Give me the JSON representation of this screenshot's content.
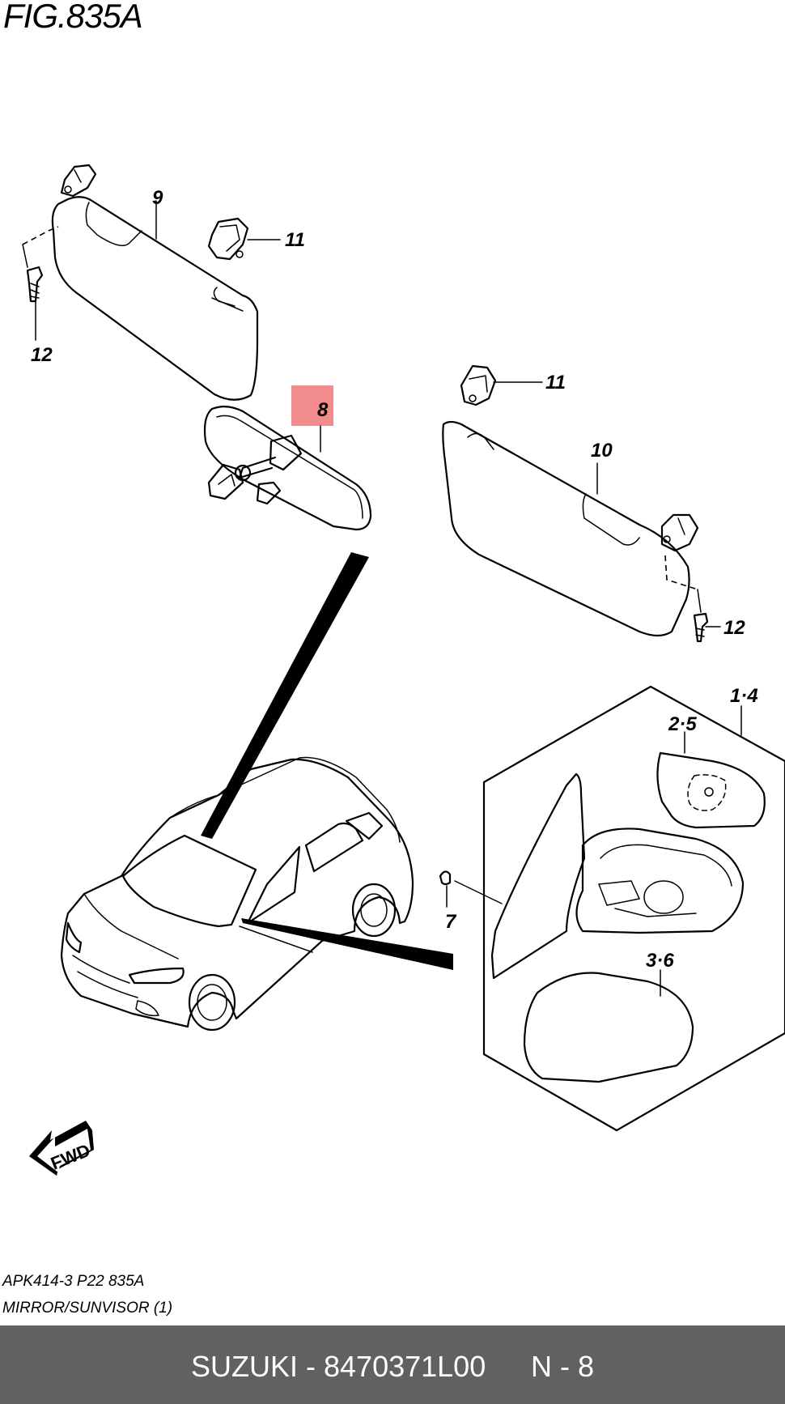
{
  "figure_title": "FIG.835A",
  "callouts": {
    "sunvisor_left": "9",
    "holder_left": "11",
    "screw_left": "12",
    "inner_mirror": "8",
    "holder_right": "11",
    "sunvisor_right": "10",
    "screw_right": "12",
    "outer_mirror": "1·4",
    "mirror_glass": "2·5",
    "mirror_cover": "3·6",
    "cap": "7"
  },
  "fwd_label": "FWD",
  "code_line": "APK414-3 P22 835A",
  "desc_line": "MIRROR/SUNVISOR (1)",
  "footer": {
    "brand_part": "SUZUKI - 8470371L00",
    "page_ref": "N - 8",
    "background": "#616161"
  },
  "highlight_color": "#f28b8b"
}
